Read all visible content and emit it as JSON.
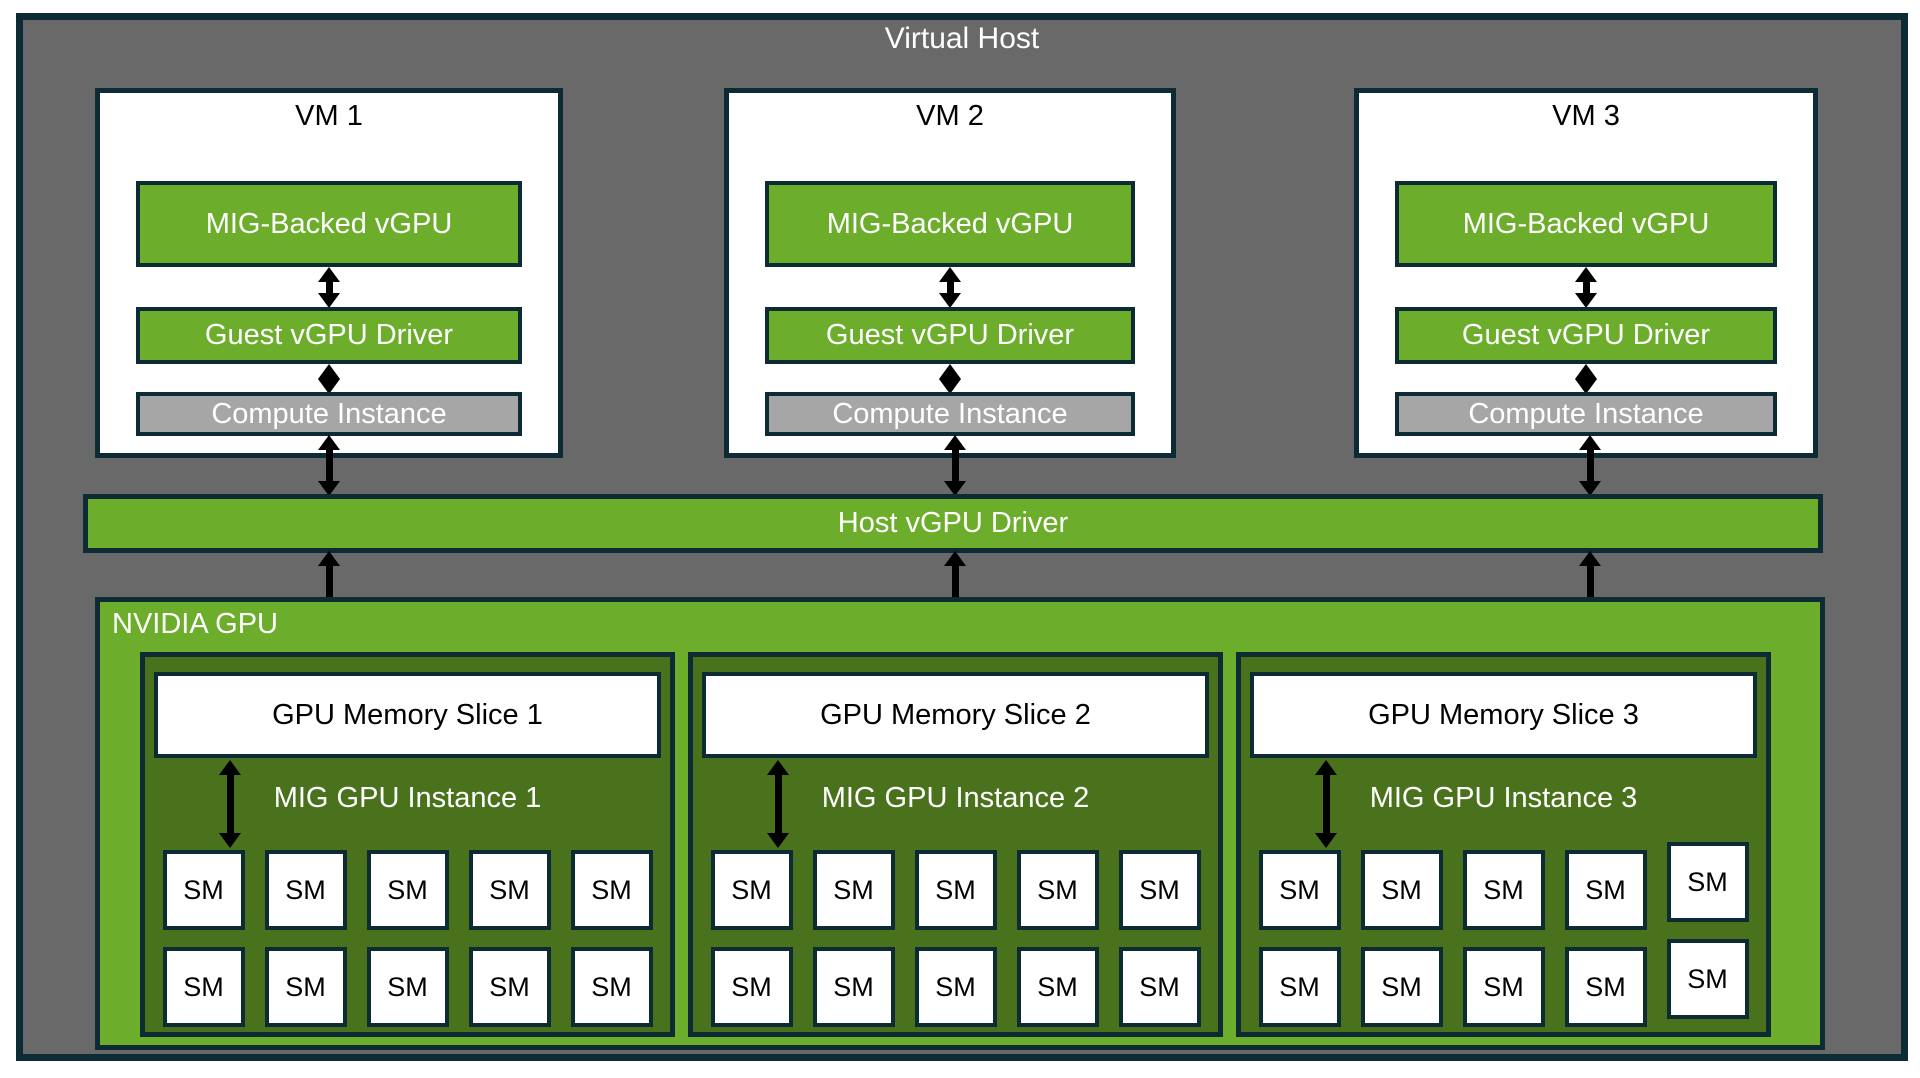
{
  "title": "Virtual Host",
  "colors": {
    "accent_green": "#6CAE2B",
    "dark_green": "#4A721C",
    "frame_border": "#0D2B35",
    "background_gray": "#696969",
    "compute_gray": "#A6A6A6"
  },
  "vms": [
    {
      "name": "VM 1",
      "vgpu_label": "MIG-Backed vGPU",
      "driver_label": "Guest vGPU Driver",
      "compute_label": "Compute Instance"
    },
    {
      "name": "VM 2",
      "vgpu_label": "MIG-Backed vGPU",
      "driver_label": "Guest vGPU Driver",
      "compute_label": "Compute Instance"
    },
    {
      "name": "VM 3",
      "vgpu_label": "MIG-Backed vGPU",
      "driver_label": "Guest vGPU Driver",
      "compute_label": "Compute Instance"
    }
  ],
  "host_driver": {
    "label": "Host vGPU Driver"
  },
  "gpu": {
    "label": "NVIDIA GPU",
    "sm_label": "SM",
    "sm_grid": {
      "rows": 2,
      "cols": 5
    },
    "instances": [
      {
        "memory_slice_label": "GPU Memory Slice 1",
        "instance_label": "MIG GPU Instance 1"
      },
      {
        "memory_slice_label": "GPU Memory Slice 2",
        "instance_label": "MIG GPU Instance 2"
      },
      {
        "memory_slice_label": "GPU Memory Slice 3",
        "instance_label": "MIG GPU Instance 3"
      }
    ]
  }
}
